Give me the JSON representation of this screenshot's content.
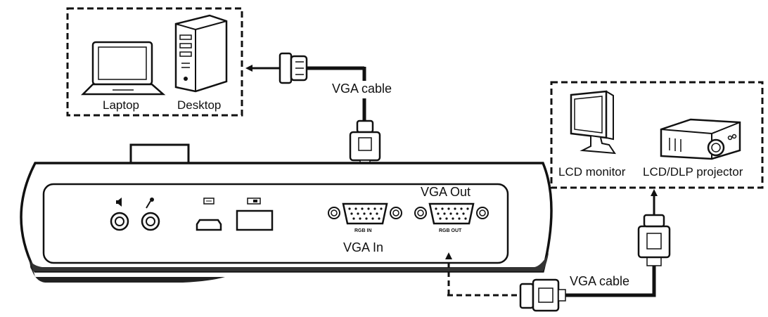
{
  "computer_group": {
    "laptop_label": "Laptop",
    "desktop_label": "Desktop"
  },
  "display_group": {
    "monitor_label": "LCD monitor",
    "projector_label": "LCD/DLP projector"
  },
  "cables": {
    "top_cable_label": "VGA cable",
    "bottom_cable_label": "VGA cable"
  },
  "device": {
    "vga_in_label": "VGA In",
    "vga_out_label": "VGA Out",
    "rgb_in_port_label": "RGB IN",
    "rgb_out_port_label": "RGB OUT"
  }
}
